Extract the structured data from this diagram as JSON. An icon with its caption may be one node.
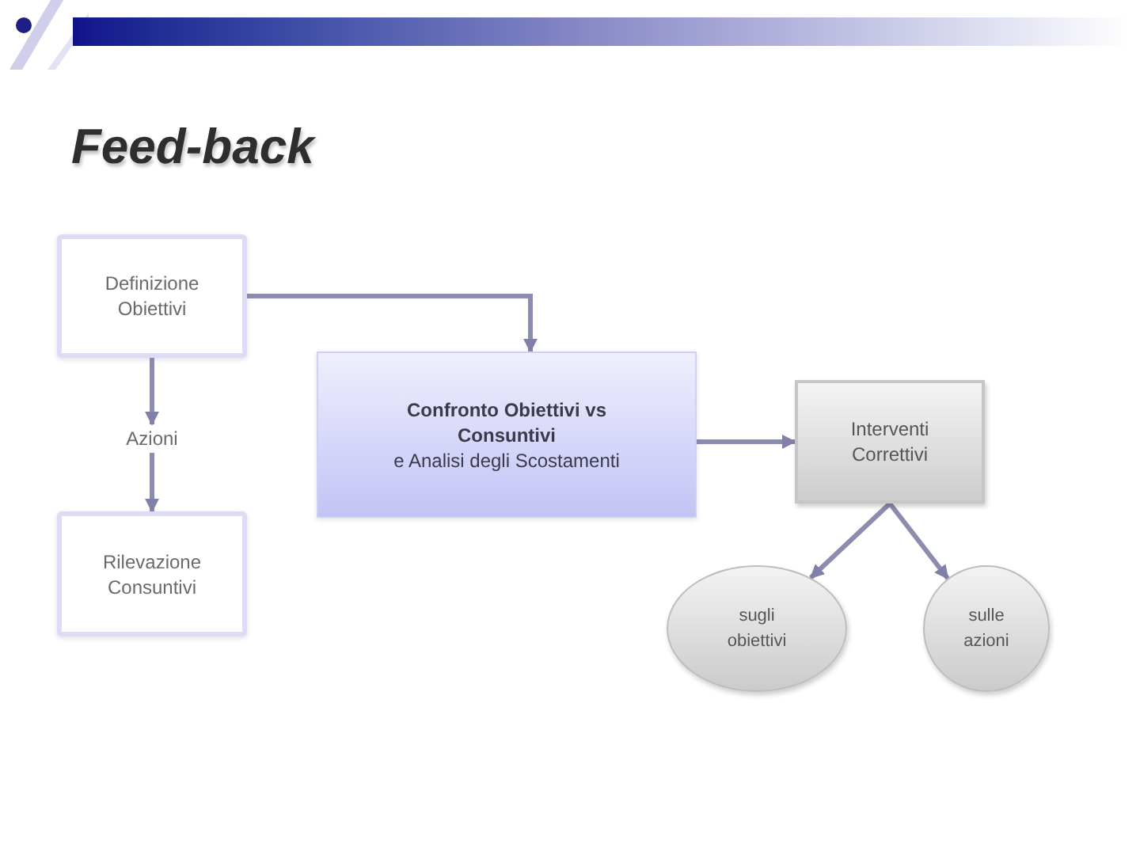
{
  "diagram": {
    "title": "Feed-back",
    "nodes": [
      {
        "text": [
          "Definizione Obiettivi"
        ]
      },
      {
        "text": [
          "Azioni"
        ]
      },
      {
        "text": [
          "Rilevazione Consuntivi"
        ]
      },
      {
        "text": [
          "Confronto Obiettivi vs Consuntivi",
          "e Analisi degli Scostamenti"
        ]
      },
      {
        "text": [
          "Interventi Correttivi"
        ]
      },
      {
        "text": [
          "sugli obiettivi"
        ]
      },
      {
        "text": [
          "sulle azioni"
        ]
      }
    ],
    "edges": [
      {
        "from": 0,
        "to": 1,
        "arrow": "to"
      },
      {
        "from": 1,
        "to": 2,
        "arrow": "to"
      },
      {
        "from": 0,
        "to": 3,
        "arrow": "to"
      },
      {
        "from": 3,
        "to": 4,
        "arrow": "to"
      },
      {
        "from": 4,
        "to": 5,
        "arrow": "to"
      },
      {
        "from": 4,
        "to": 6,
        "arrow": "to"
      }
    ]
  }
}
